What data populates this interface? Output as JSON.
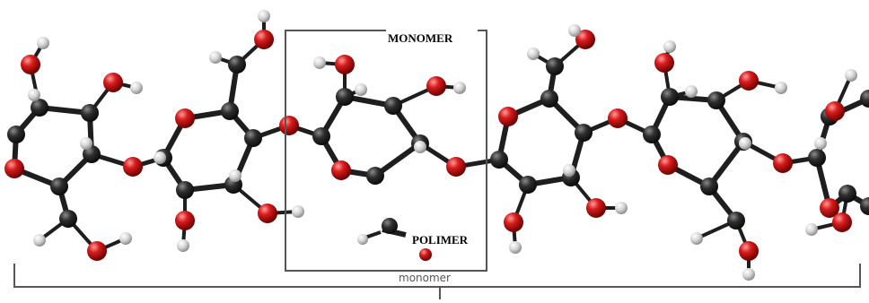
{
  "labels": {
    "monomer_box_title": "MONOMER",
    "polymer_label": "POLIMER",
    "bracket_label": "monomer"
  },
  "colors": {
    "carbon": "#2b2b2b",
    "oxygen": "#d51818",
    "hydrogen": "#d8d8d8",
    "bond": "#1e1e1e",
    "frame": "#555555"
  }
}
